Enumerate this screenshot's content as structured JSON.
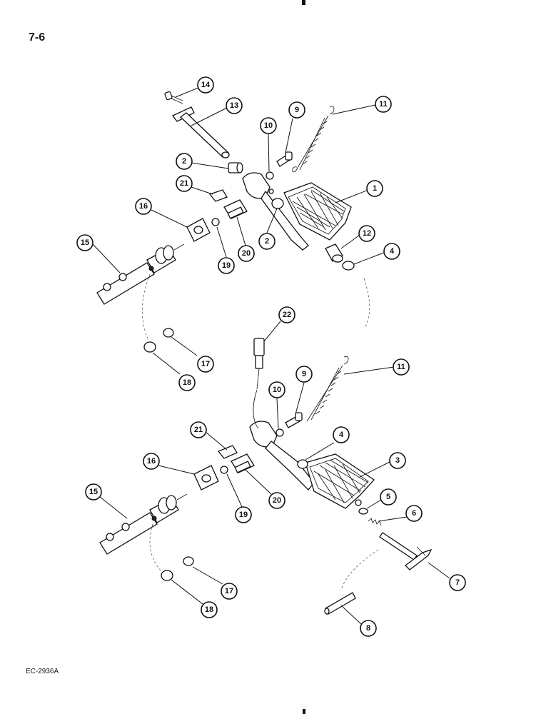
{
  "page": {
    "number": "7-6",
    "figure_code": "EC-2936A"
  },
  "callouts": [
    "14",
    "13",
    "10",
    "9",
    "11",
    "2",
    "21",
    "1",
    "16",
    "2",
    "12",
    "15",
    "20",
    "4",
    "19",
    "22",
    "17",
    "18",
    "11",
    "9",
    "10",
    "21",
    "4",
    "16",
    "3",
    "15",
    "20",
    "5",
    "19",
    "6",
    "17",
    "7",
    "18",
    "8"
  ]
}
